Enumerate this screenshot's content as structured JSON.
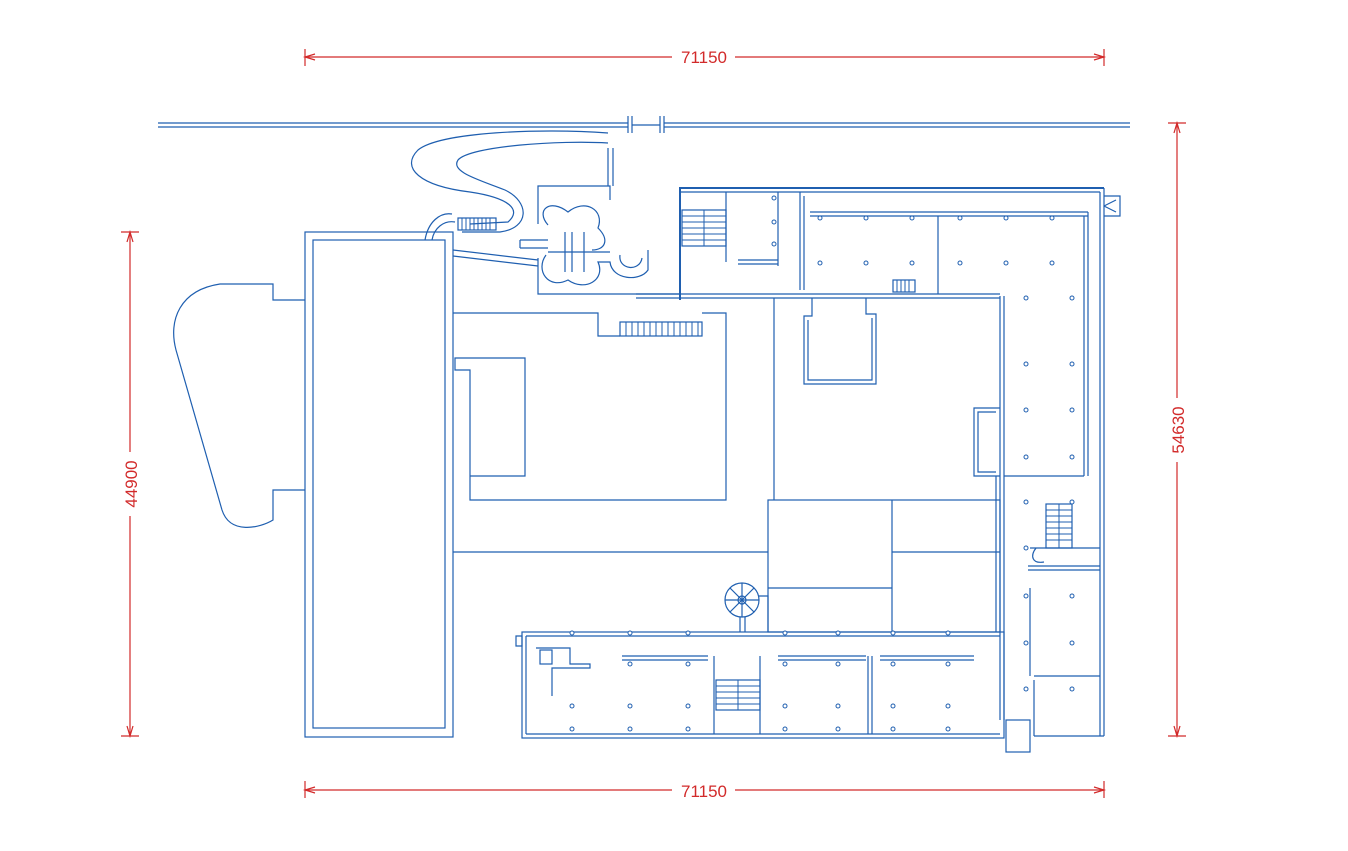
{
  "drawing": {
    "line_color": "#1f5fb0",
    "dimension_color": "#d22a2a",
    "background": "#ffffff"
  },
  "dimensions": {
    "top_width": "71150",
    "bottom_width": "71150",
    "left_height": "44900",
    "right_height": "54630"
  }
}
